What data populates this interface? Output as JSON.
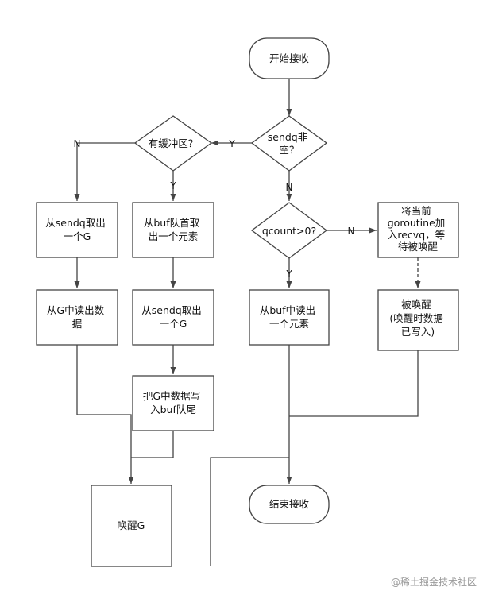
{
  "nodes": {
    "start": [
      "开始接收"
    ],
    "sendq_check": [
      "sendq非",
      "空？"
    ],
    "buffer_check": [
      "有缓冲区？"
    ],
    "take_from_sendq_left": [
      "从sendq取出",
      "一个G"
    ],
    "take_buf_head": [
      "从buf队首取",
      "出一个元素"
    ],
    "qcount_check": [
      "qcount>0?"
    ],
    "enqueue_recvq": [
      "将当前",
      "goroutine加",
      "入recvq，等",
      "待被唤醒"
    ],
    "read_from_g": [
      "从G中读出数",
      "据"
    ],
    "take_from_sendq_mid": [
      "从sendq取出",
      "一个G"
    ],
    "read_from_buf": [
      "从buf中读出",
      "一个元素"
    ],
    "woken": [
      "被唤醒",
      "(唤醒时数据",
      "已写入)"
    ],
    "write_g_to_buf": [
      "把G中数据写",
      "入buf队尾"
    ],
    "wake_g": [
      "唤醒G"
    ],
    "end": [
      "结束接收"
    ]
  },
  "edge_labels": {
    "sendq_yes": "Y",
    "buffer_no": "N",
    "buffer_yes": "Y",
    "sendq_no": "N",
    "qcount_no": "N",
    "qcount_yes": "Y"
  },
  "watermark": "@稀土掘金技术社区"
}
